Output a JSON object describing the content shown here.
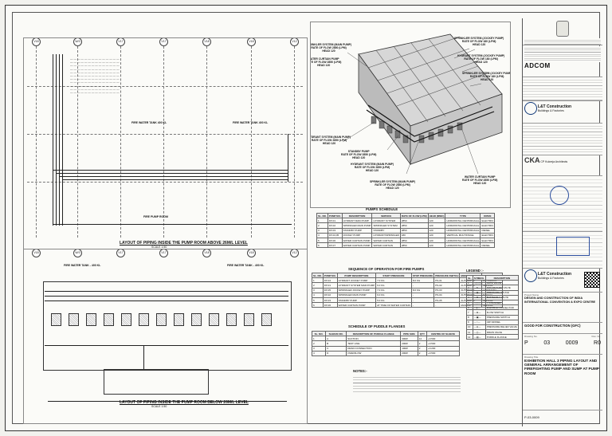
{
  "drawing": {
    "grid_labels": [
      "V18",
      "W/3",
      "V17",
      "V17",
      "V18",
      "V18",
      "V12"
    ],
    "tank_upper_1": "FIRE WATER TANK  400 KL",
    "tank_upper_2": "FIRE WATER TANK  400 KL",
    "tank_lower_1": "FIRE WATER TANK - 400 KL",
    "tank_lower_2": "FIRE WATER TANK - 400 KL",
    "pump_room": "FIRE PUMP ROOM",
    "caption_upper": "LAYOUT OF PIPING INSIDE THE PUMP ROOM ABOVE 26M/L LEVEL",
    "caption_lower": "LAYOUT OF PIPING INSIDE THE PUMP ROOM BELOW 26M/L LEVEL",
    "scale": "SCALE 1:50"
  },
  "iso_callouts": [
    "SPRINKLER SYSTEM (MAIN PUMP)\nRATE OF FLOW 2850 (LPM)\nHEAD 120",
    "WATER CURTAIN PUMP\nRATE OF FLOW 2850 (LPM)\nHEAD 120",
    "SPRINKLER SYSTEM (JOCKEY PUMP)\nRATE OF FLOW 180 (LPM)\nHEAD 120",
    "HYDRANT SYSTEM (JOCKEY PUMP)\nRATE OF FLOW 180 (LPM)\nHEAD 120",
    "SPRINKLER SYSTEM (JOCKEY PUMP)\nRATE OF FLOW 180 (LPM)\nHEAD 120",
    "HYDRANT SYSTEM (MAIN PUMP)\nRATE OF FLOW 2850 (LPM)\nHEAD 120",
    "STANDBY PUMP\nRATE OF FLOW 2850 (LPM)\nHEAD 120",
    "HYDRANT SYSTEM (MAIN PUMP)\nRATE OF FLOW 2850 (LPM)\nHEAD 120",
    "SPRINKLER SYSTEM (MAIN PUMP)\nRATE OF FLOW 2850 (LPM)\nHEAD 120",
    "WATER CURTAIN PUMP\nRATE OF FLOW 2850 (LPM)\nHEAD 120"
  ],
  "pumps_schedule": {
    "title": "PUMPS SCHEDULE",
    "headers": [
      "SL. NO.",
      "PUMP NO.",
      "DESCRIPTION",
      "SERVICE",
      "RATE OF FLOW (LPM)",
      "HEAD (MWC)",
      "TYPE",
      "DRIVE"
    ],
    "rows": [
      [
        "1",
        "FP-01",
        "HYDRANT MAIN PUMP",
        "HYDRANT SYSTEM",
        "2850",
        "120",
        "HORIZONTAL CENTRIFUGAL",
        "ELECTRIC"
      ],
      [
        "2",
        "FP-02",
        "SPRINKLER MAIN PUMP",
        "SPRINKLER SYSTEM",
        "2850",
        "120",
        "HORIZONTAL CENTRIFUGAL",
        "ELECTRIC"
      ],
      [
        "3",
        "FP-03",
        "STANDBY PUMP",
        "STANDBY",
        "2850",
        "120",
        "HORIZONTAL CENTRIFUGAL",
        "DIESEL"
      ],
      [
        "4",
        "FP-04,05",
        "JOCKEY PUMP",
        "HYDRANT/SPRINKLER",
        "180",
        "120",
        "VERTICAL MULTISTAGE",
        "ELECTRIC"
      ],
      [
        "5",
        "FP-06",
        "WATER CURTAIN PUMP",
        "WATER CURTAIN",
        "2850",
        "120",
        "HORIZONTAL CENTRIFUGAL",
        "ELECTRIC"
      ],
      [
        "6",
        "FP-07",
        "WATER CURTAIN PUMP",
        "WATER CURTAIN",
        "2850",
        "120",
        "HORIZONTAL CENTRIFUGAL",
        "DIESEL"
      ]
    ]
  },
  "sequence": {
    "title": "SEQUENCE OF OPERATION FOR FIRE PUMPS",
    "headers": [
      "SL. NO.",
      "PUMP NO.",
      "PUMP DESCRIPTION",
      "START PRESSURE",
      "STOP PRESSURE",
      "PRESSURE SWITCH",
      "MODE OF START",
      "MODE OF STOP"
    ],
    "rows": [
      [
        "1",
        "FP-04",
        "HYDRANT JOCKEY PUMP",
        "7.0 KG",
        "8.0 KG",
        "PS-01",
        "AUTOMATIC",
        "AUTOMATIC"
      ],
      [
        "2",
        "FP-01",
        "HYDRANT SYSTEM MAIN PUMP",
        "6.0 KG",
        "-",
        "PS-02",
        "AUTOMATIC",
        "MANUAL"
      ],
      [
        "3",
        "FP-05",
        "SPRINKLER JOCKEY PUMP",
        "7.0 KG",
        "8.0 KG",
        "PS-03",
        "AUTOMATIC",
        "AUTOMATIC"
      ],
      [
        "4",
        "FP-02",
        "SPRINKLER MAIN PUMP",
        "6.0 KG",
        "-",
        "PS-04",
        "AUTOMATIC",
        "MANUAL"
      ],
      [
        "5",
        "FP-03",
        "STANDBY PUMP",
        "5.0 KG",
        "-",
        "PS-05",
        "AUTOMATIC",
        "MANUAL"
      ],
      [
        "6",
        "FP-06",
        "WATER CURTAIN PUMP",
        "AT TIME OF WATER CURTAIN",
        "-",
        "-",
        "MANUAL",
        "MANUAL"
      ]
    ]
  },
  "puddle": {
    "title": "SCHEDULE OF PUDDLE FLANGES",
    "headers": [
      "SL. NO.",
      "SLEEVE NO.",
      "DESCRIPTION OF PUDDLE FLANGE",
      "PIPE SIZE",
      "QTY",
      "CENTRE OF SLEEVE"
    ],
    "rows": [
      [
        "1",
        "A",
        "SUCTION",
        "300Ø",
        "14",
        "+0.500"
      ],
      [
        "2",
        "B",
        "TEST LINE",
        "200Ø",
        "2",
        "+0.500"
      ],
      [
        "3",
        "C",
        "DRAIN CONNECTION",
        "100Ø",
        "2",
        "+0.200"
      ],
      [
        "4",
        "D",
        "OVERFLOW",
        "200Ø",
        "2",
        "+3.500"
      ]
    ]
  },
  "notes_title": "NOTES:-",
  "legend": {
    "title": "LEGEND :-",
    "headers": [
      "SL.",
      "SYMBOL",
      "DESCRIPTION"
    ],
    "rows": [
      [
        "1",
        "—▷◁—",
        "GATE VALVE"
      ],
      [
        "2",
        "—N—",
        "NON RETURN VALVE"
      ],
      [
        "3",
        "—◉—",
        "PRESSURE GAUGE"
      ],
      [
        "4",
        "—⊗—",
        "BUTTERFLY VALVE"
      ],
      [
        "5",
        "—◇—",
        "Y-STRAINER"
      ],
      [
        "6",
        "—||—",
        "FLEXIBLE CONNECTOR"
      ],
      [
        "7",
        "—⊕—",
        "FLOW SWITCH"
      ],
      [
        "8",
        "—▣—",
        "PRESSURE SWITCH"
      ],
      [
        "9",
        "—○—",
        "AIR VESSEL"
      ],
      [
        "10",
        "—⊖—",
        "PRESSURE RELIEF VALVE"
      ],
      [
        "11",
        "—◎—",
        "DRAIN VALVE"
      ],
      [
        "12",
        "—▤—",
        "PUDDLE FLANGE"
      ]
    ]
  },
  "title_block": {
    "client": "ADCOM",
    "company": "L&T Construction",
    "company_sub": "Buildings & Factories",
    "consultant": "CP Kukreja Architects",
    "consultant_mark": "CKA",
    "project_label": "Project Name",
    "project": "DESIGN AND CONSTRUCTION OF INDIA INTERNATIONAL CONVENTION & EXPO CENTRE",
    "status": "GOOD FOR CONSTRUCTION (GFC)",
    "drawing_no_label": "Drawing No.",
    "rev_label": "Rev. No.",
    "drawing_no_prefix": "P",
    "drawing_no_mid": "03",
    "drawing_no_seq": "0009",
    "rev": "R0",
    "title_label": "Drawing Title",
    "title": "EXHIBITION HALL 3 PIPING LAYOUT AND GENERAL ARRANGEMENT OF FIREFIGHTING PUMP AND SUMP AT PUMP ROOM",
    "sheet_no": "P-03-0009"
  }
}
